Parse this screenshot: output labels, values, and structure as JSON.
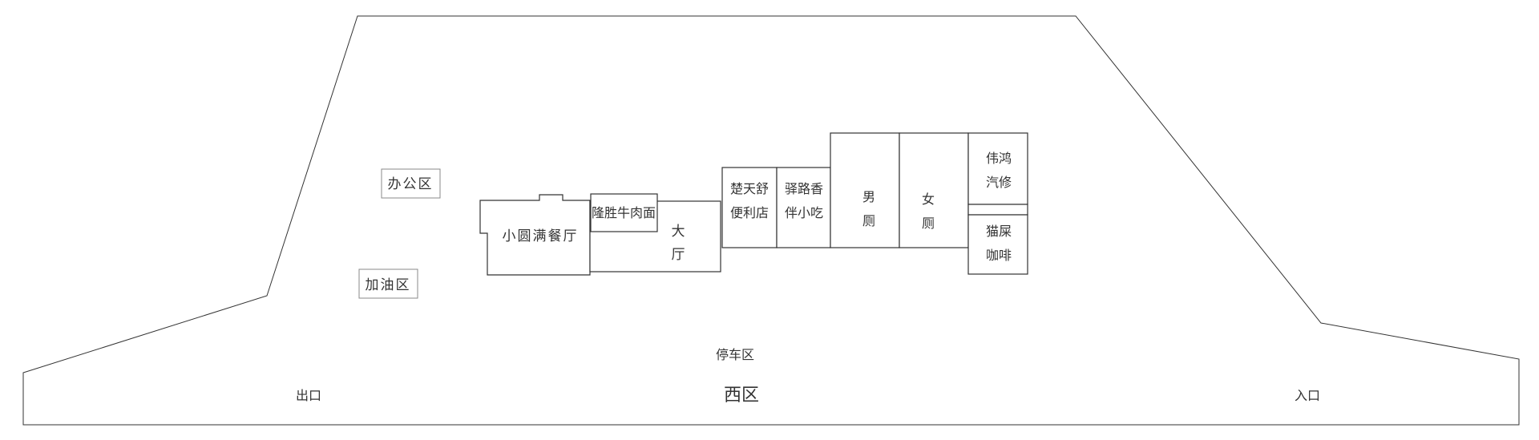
{
  "map": {
    "area_name": "西区",
    "parking": "停车区",
    "exit": "出口",
    "entrance": "入口",
    "office": "办公区",
    "gas": "加油区",
    "restaurant": "小圆满餐厅",
    "noodle": "隆胜牛肉面",
    "hall_1": "大",
    "hall_2": "厅",
    "store_1": "楚天舒",
    "store_2": "便利店",
    "snack_1": "驿路香",
    "snack_2": "伴小吃",
    "mens_1": "男",
    "mens_2": "厕",
    "womens_1": "女",
    "womens_2": "厕",
    "repair_1": "伟鸿",
    "repair_2": "汽修",
    "cafe_1": "猫屎",
    "cafe_2": "咖啡"
  }
}
